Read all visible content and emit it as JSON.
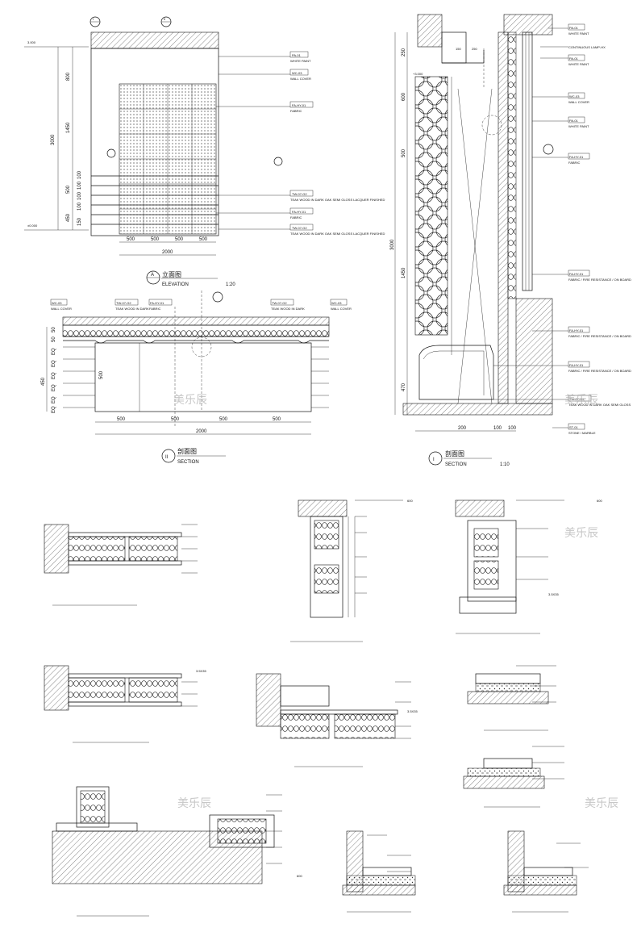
{
  "watermark": "美乐辰",
  "elevation": {
    "title_cn": "立面图",
    "title_en": "ELEVATION",
    "ref": "A",
    "scale": "1:20",
    "dims_vertical": [
      "800",
      "1450",
      "500",
      "450",
      "3000"
    ],
    "dims_small": [
      "100",
      "100",
      "100",
      "100",
      "150"
    ],
    "dims_bottom": [
      "500",
      "500",
      "500",
      "500"
    ],
    "dim_total": "2000",
    "tags": [
      {
        "code": "PA-01",
        "note": "WHITE PAINT"
      },
      {
        "code": "WC-03",
        "note": "WALL COVER"
      },
      {
        "code": "FA-HY-01",
        "note": "FABRIC"
      },
      {
        "code": "TW-07-G2",
        "note": "TEAK WOOD IN DARK OAK SEMI GLOSS LACQUER FINISHED"
      },
      {
        "code": "FA-HY-01",
        "note": "FABRIC"
      },
      {
        "code": "TW-07-G2",
        "note": "TEAK WOOD IN DARK OAK SEMI GLOSS LACQUER FINISHED"
      }
    ],
    "level_left": [
      "±0.000",
      "3.000"
    ]
  },
  "section_ii": {
    "title_cn": "剖面图",
    "title_en": "SECTION",
    "ref": "II",
    "dims_left": [
      "50",
      "50",
      "EQ",
      "EQ",
      "EQ",
      "EQ",
      "EQ",
      "EQ",
      "450"
    ],
    "dims_bottom": [
      "500",
      "500",
      "500",
      "500"
    ],
    "dim_total": "2000",
    "dim_inner": "500",
    "tags": [
      "WC-03",
      "TW-07-G2",
      "FA-HY-01",
      "TW-07-G2",
      "WC-03"
    ],
    "tag_notes": [
      "WALL COVER",
      "TEAK WOOD IN DARK",
      "FABRIC",
      "TEAK WOOD IN DARK",
      "WALL COVER"
    ]
  },
  "section_i": {
    "title_cn": "剖面图",
    "title_en": "SECTION",
    "ref": "I",
    "scale": "1:10",
    "dims_left": [
      "250",
      "600",
      "500",
      "1450",
      "470",
      "3000"
    ],
    "dims_bottom": [
      "200",
      "100",
      "100"
    ],
    "dims_top": [
      "150",
      "250"
    ],
    "level": "+3.000",
    "tags": [
      {
        "code": "PA-01",
        "note": "WHITE PAINT"
      },
      {
        "code": "",
        "note": "CONTINUOUS LAMP-HX"
      },
      {
        "code": "PA-01",
        "note": "WHITE PAINT"
      },
      {
        "code": "WC-03",
        "note": "WALL COVER"
      },
      {
        "code": "PA-01",
        "note": "WHITE PAINT"
      },
      {
        "code": "FA-HY-01",
        "note": "FABRIC"
      },
      {
        "code": "FA-HY-01",
        "note": "FABRIC / FIRE RESISTANCE / ON BOARD"
      },
      {
        "code": "FA-HY-01",
        "note": "FABRIC / FIRE RESISTANCE / ON BOARD"
      },
      {
        "code": "FA-HY-01",
        "note": "FABRIC / FIRE RESISTANCE / ON BOARD"
      },
      {
        "code": "TW-07-G2",
        "note": "TEAK WOOD IN DARK OAK SEMI GLOSS"
      },
      {
        "code": "ST-01",
        "note": "STONE / MARBLE"
      }
    ]
  },
  "details": {
    "num_600": "600",
    "note_35x35": "3.5X35",
    "captions": [
      "",
      "",
      "",
      "",
      "",
      "",
      "",
      "",
      "",
      "",
      ""
    ]
  }
}
